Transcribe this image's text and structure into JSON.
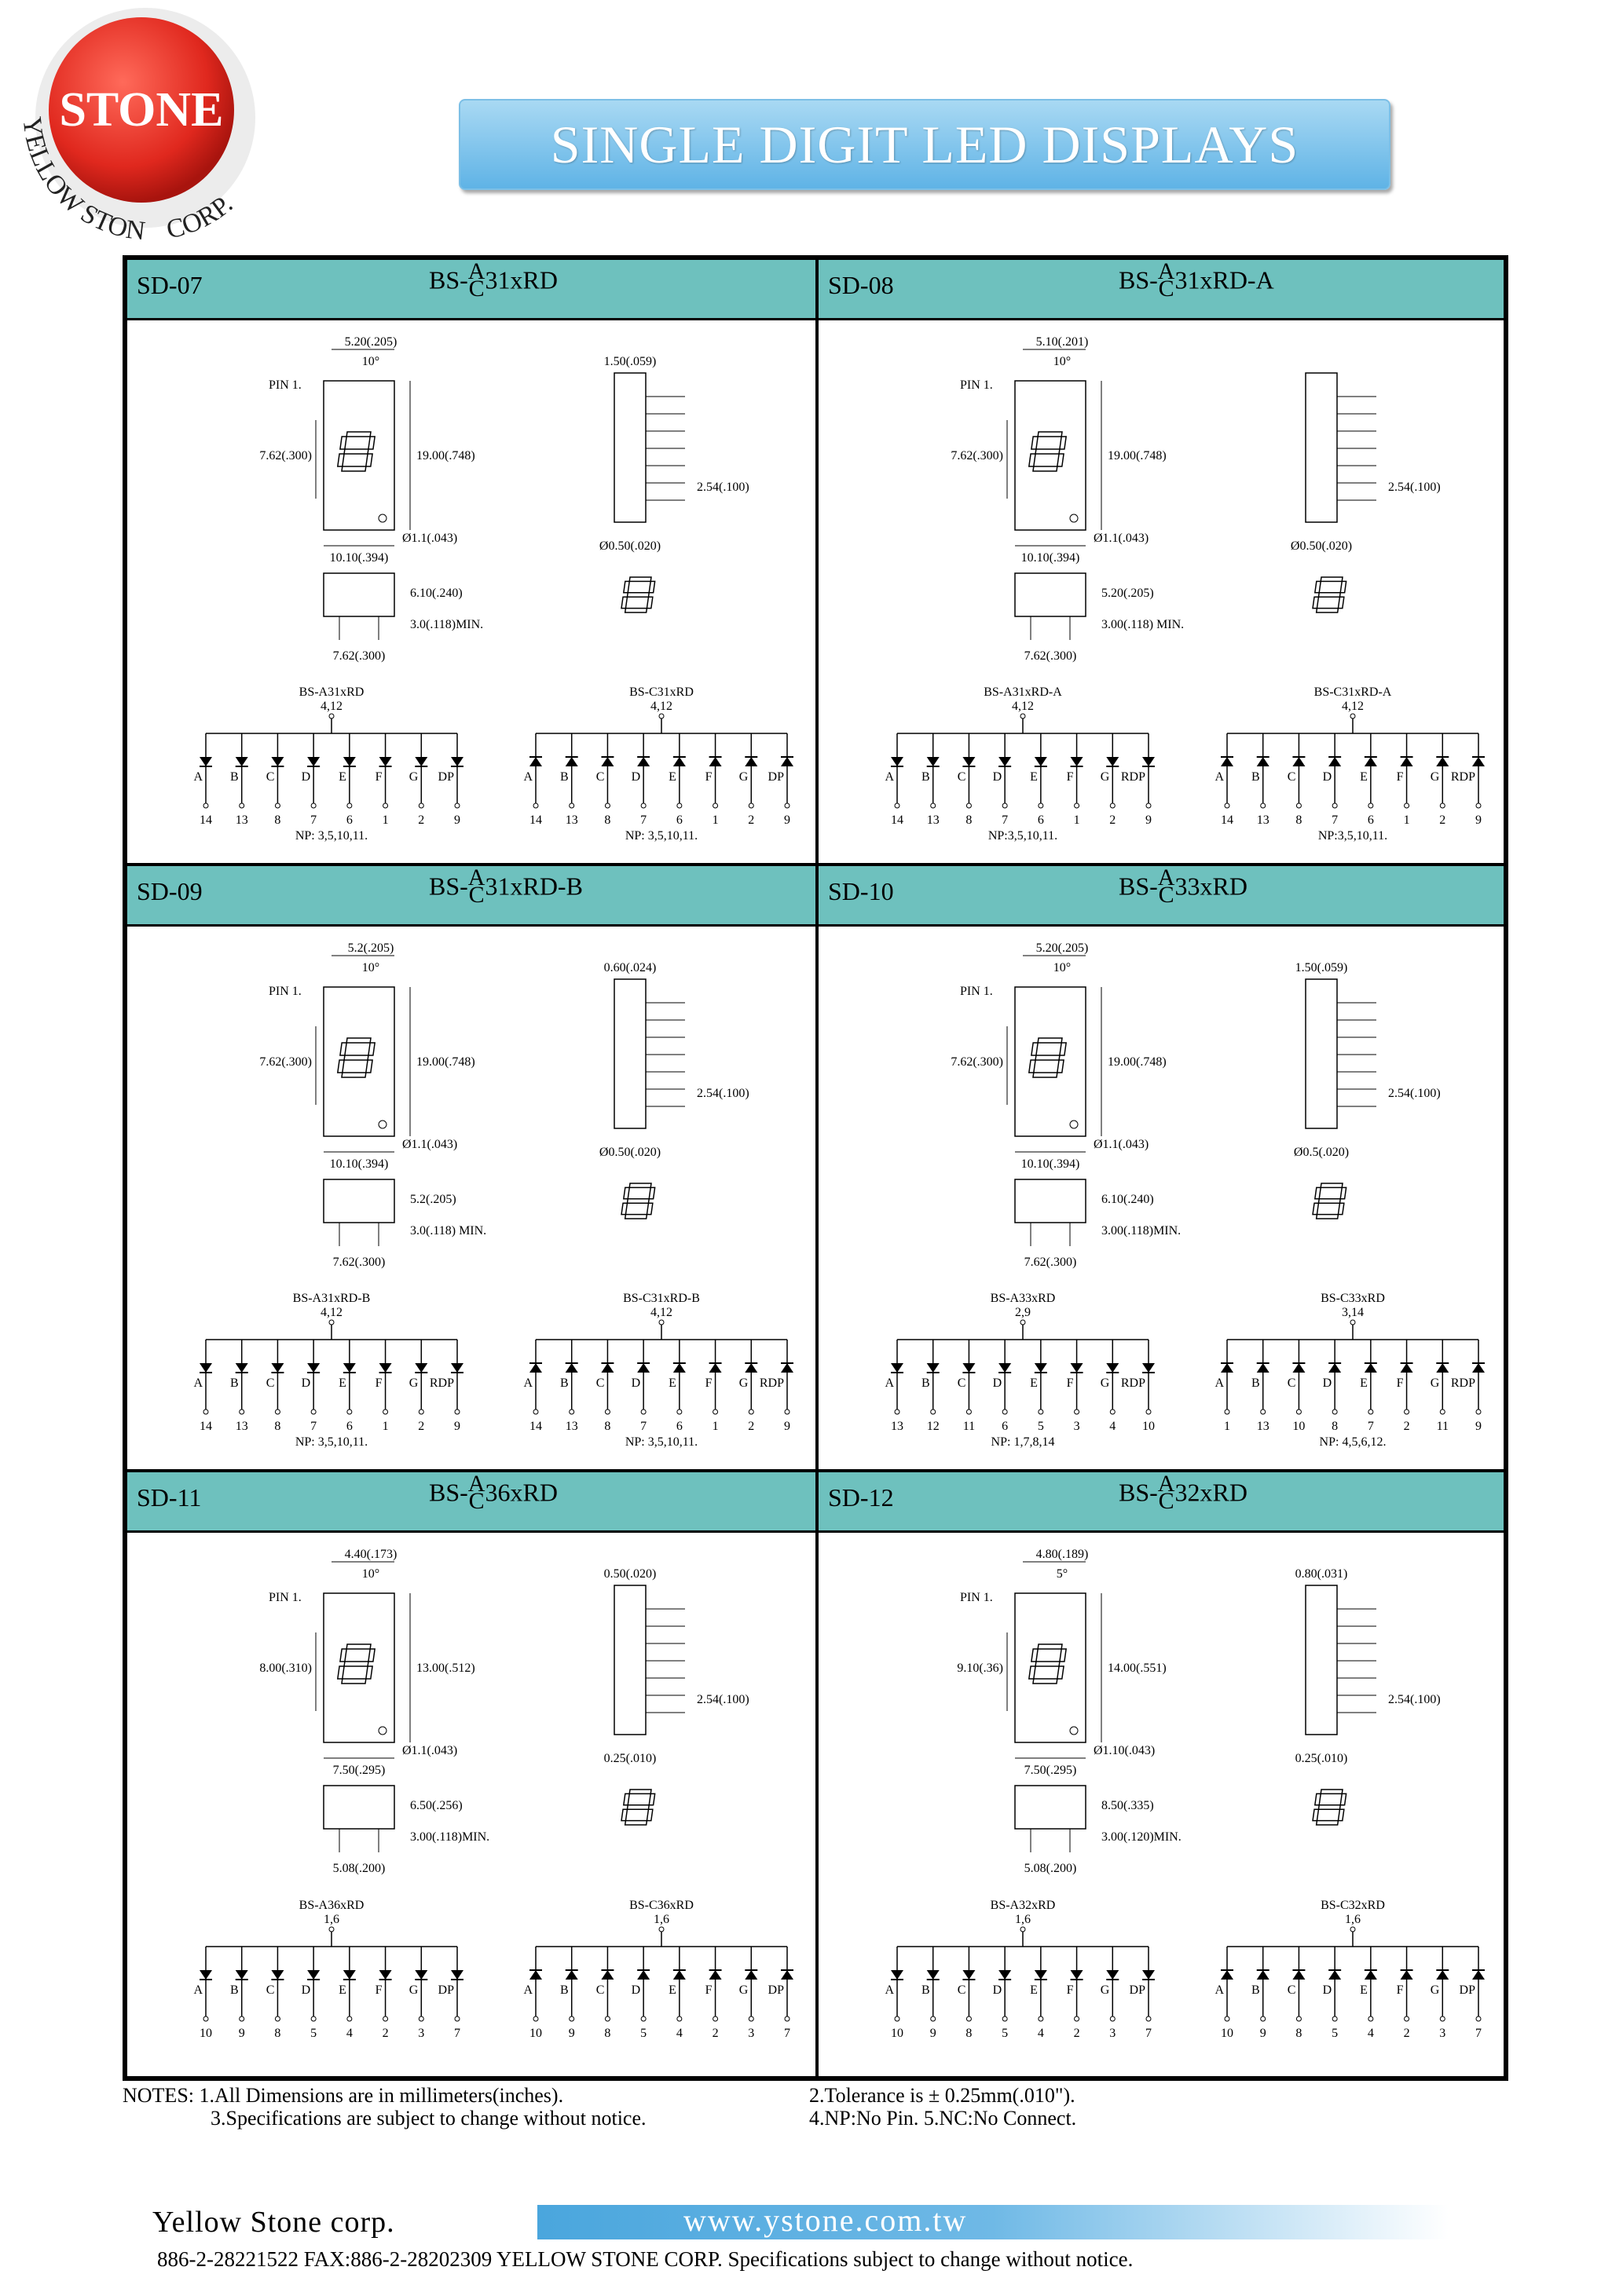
{
  "logo": {
    "word": "STONE",
    "ring_text": "YELLOW STONE CORP."
  },
  "banner": {
    "title": "SINGLE DIGIT LED DISPLAYS"
  },
  "cells": [
    {
      "code": "SD-07",
      "prefix": "BS-",
      "top": "A",
      "bottom": "C",
      "suffix": "31xRD",
      "dims": {
        "w": "5.20(.205)",
        "angle": "10°",
        "h": "19.00(.748)",
        "seg_h": "7.62(.300)",
        "base": "10.10(.394)",
        "hole": "Ø1.1(.043)",
        "side_w": "1.50(.059)",
        "pitch": "2.54(.100)",
        "pin": "Ø0.50(.020)",
        "height": "6.10(.240)",
        "lead": "3.0(.118)MIN.",
        "row": "7.62(.300)"
      },
      "pin1": "PIN 1.",
      "ca_label": "BS-A31xRD",
      "ca_common": "4,12",
      "cc_label": "BS-C31xRD",
      "cc_common": "4,12",
      "segments": [
        "A",
        "B",
        "C",
        "D",
        "E",
        "F",
        "G",
        "DP"
      ],
      "pins": [
        "14",
        "13",
        "8",
        "7",
        "6",
        "1",
        "2",
        "9"
      ],
      "np": "NP: 3,5,10,11."
    },
    {
      "code": "SD-08",
      "prefix": "BS-",
      "top": "A",
      "bottom": "C",
      "suffix": "31xRD-A",
      "dims": {
        "w": "5.10(.201)",
        "angle": "10°",
        "h": "19.00(.748)",
        "seg_h": "7.62(.300)",
        "base": "10.10(.394)",
        "hole": "Ø1.1(.043)",
        "side_w": "",
        "pitch": "2.54(.100)",
        "pin": "Ø0.50(.020)",
        "height": "5.20(.205)",
        "lead": "3.00(.118) MIN.",
        "row": "7.62(.300)"
      },
      "pin1": "PIN 1.",
      "ca_label": "BS-A31xRD-A",
      "ca_common": "4,12",
      "cc_label": "BS-C31xRD-A",
      "cc_common": "4,12",
      "segments": [
        "A",
        "B",
        "C",
        "D",
        "E",
        "F",
        "G",
        "RDP"
      ],
      "pins": [
        "14",
        "13",
        "8",
        "7",
        "6",
        "1",
        "2",
        "9"
      ],
      "np": "NP:3,5,10,11."
    },
    {
      "code": "SD-09",
      "prefix": "BS-",
      "top": "A",
      "bottom": "C",
      "suffix": "31xRD-B",
      "dims": {
        "w": "5.2(.205)",
        "angle": "10°",
        "h": "19.00(.748)",
        "seg_h": "7.62(.300)",
        "base": "10.10(.394)",
        "hole": "Ø1.1(.043)",
        "side_w": "0.60(.024)",
        "pitch": "2.54(.100)",
        "pin": "Ø0.50(.020)",
        "height": "5.2(.205)",
        "lead": "3.0(.118) MIN.",
        "row": "7.62(.300)"
      },
      "pin1": "PIN 1.",
      "ca_label": "BS-A31xRD-B",
      "ca_common": "4,12",
      "cc_label": "BS-C31xRD-B",
      "cc_common": "4,12",
      "segments": [
        "A",
        "B",
        "C",
        "D",
        "E",
        "F",
        "G",
        "RDP"
      ],
      "pins": [
        "14",
        "13",
        "8",
        "7",
        "6",
        "1",
        "2",
        "9"
      ],
      "np": "NP: 3,5,10,11."
    },
    {
      "code": "SD-10",
      "prefix": "BS-",
      "top": "A",
      "bottom": "C",
      "suffix": "33xRD",
      "dims": {
        "w": "5.20(.205)",
        "angle": "10°",
        "h": "19.00(.748)",
        "seg_h": "7.62(.300)",
        "base": "10.10(.394)",
        "hole": "Ø1.1(.043)",
        "side_w": "1.50(.059)",
        "pitch": "2.54(.100)",
        "pin": "Ø0.5(.020)",
        "height": "6.10(.240)",
        "lead": "3.00(.118)MIN.",
        "row": "7.62(.300)"
      },
      "pin1": "PIN 1.",
      "ca_label": "BS-A33xRD",
      "ca_common": "2,9",
      "cc_label": "BS-C33xRD",
      "cc_common": "3,14",
      "segments": [
        "A",
        "B",
        "C",
        "D",
        "E",
        "F",
        "G",
        "RDP"
      ],
      "pins": [
        "13",
        "12",
        "11",
        "6",
        "5",
        "3",
        "4",
        "10"
      ],
      "pins_cc": [
        "1",
        "13",
        "10",
        "8",
        "7",
        "2",
        "11",
        "9"
      ],
      "np": "NP: 1,7,8,14",
      "np_cc": "NP: 4,5,6,12."
    },
    {
      "code": "SD-11",
      "prefix": "BS-",
      "top": "A",
      "bottom": "C",
      "suffix": "36xRD",
      "dims": {
        "w": "4.40(.173)",
        "angle": "10°",
        "h": "13.00(.512)",
        "seg_h": "8.00(.310)",
        "base": "7.50(.295)",
        "hole": "Ø1.1(.043)",
        "side_w": "0.50(.020)",
        "pitch": "2.54(.100)",
        "pin": "0.25(.010)",
        "height": "6.50(.256)",
        "lead": "3.00(.118)MIN.",
        "row": "5.08(.200)"
      },
      "pin1": "PIN 1.",
      "ca_label": "BS-A36xRD",
      "ca_common": "1,6",
      "cc_label": "BS-C36xRD",
      "cc_common": "1,6",
      "segments": [
        "A",
        "B",
        "C",
        "D",
        "E",
        "F",
        "G",
        "DP"
      ],
      "pins": [
        "10",
        "9",
        "8",
        "5",
        "4",
        "2",
        "3",
        "7"
      ],
      "np": ""
    },
    {
      "code": "SD-12",
      "prefix": "BS-",
      "top": "A",
      "bottom": "C",
      "suffix": "32xRD",
      "dims": {
        "w": "4.80(.189)",
        "angle": "5°",
        "h": "14.00(.551)",
        "seg_h": "9.10(.36)",
        "base": "7.50(.295)",
        "hole": "Ø1.10(.043)",
        "side_w": "0.80(.031)",
        "pitch": "2.54(.100)",
        "pin": "0.25(.010)",
        "height": "8.50(.335)",
        "lead": "3.00(.120)MIN.",
        "row": "5.08(.200)"
      },
      "pin1": "PIN 1.",
      "ca_label": "BS-A32xRD",
      "ca_common": "1,6",
      "cc_label": "BS-C32xRD",
      "cc_common": "1,6",
      "segments": [
        "A",
        "B",
        "C",
        "D",
        "E",
        "F",
        "G",
        "DP"
      ],
      "pins": [
        "10",
        "9",
        "8",
        "5",
        "4",
        "2",
        "3",
        "7"
      ],
      "np": ""
    }
  ],
  "notes": {
    "n1": "NOTES:  1.All  Dimensions  are  in  millimeters(inches).",
    "n3": "3.Specifications  are  subject  to  change  without  notice.",
    "n2": "2.Tolerance  is ± 0.25mm(.010\").",
    "n4": "4.NP:No  Pin.        5.NC:No  Connect."
  },
  "footer": {
    "company": "Yellow Stone corp.",
    "url": "www.ystone.com.tw",
    "contact": "886-2-28221522 FAX:886-2-28202309     YELLOW  STONE CORP. Specifications subject to change without notice."
  }
}
